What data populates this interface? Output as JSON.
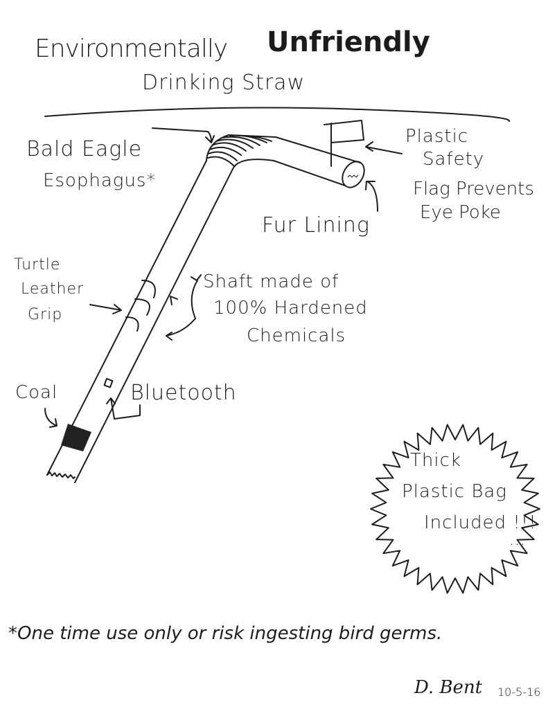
{
  "title": {
    "line1": "Environmentally",
    "emphasis": "Unfriendly",
    "line2": "Drinking Straw"
  },
  "labels": {
    "bald_eagle_line1": "Bald Eagle",
    "bald_eagle_line2": "Esophagus*",
    "flag_line1": "Plastic",
    "flag_line2": "Safety",
    "flag_line3": "Flag Prevents",
    "flag_line4": "Eye Poke",
    "fur_lining": "Fur Lining",
    "turtle_line1": "Turtle",
    "turtle_line2": "Leather",
    "turtle_line3": "Grip",
    "shaft_line1": "Shaft made of",
    "shaft_line2": "100% Hardened",
    "shaft_line3": "Chemicals",
    "coal": "Coal",
    "bluetooth": "Bluetooth"
  },
  "starburst": {
    "line1": "Thick",
    "line2": "Plastic Bag",
    "line3": "Included !!!",
    "dots": "..."
  },
  "footnote": "*One time use only or risk ingesting bird germs.",
  "signature": {
    "name": "D. Bent",
    "date": "10-5-16"
  },
  "colors": {
    "ink": "#1c1c1c",
    "paper": "#ffffff",
    "coal": "#222222"
  }
}
